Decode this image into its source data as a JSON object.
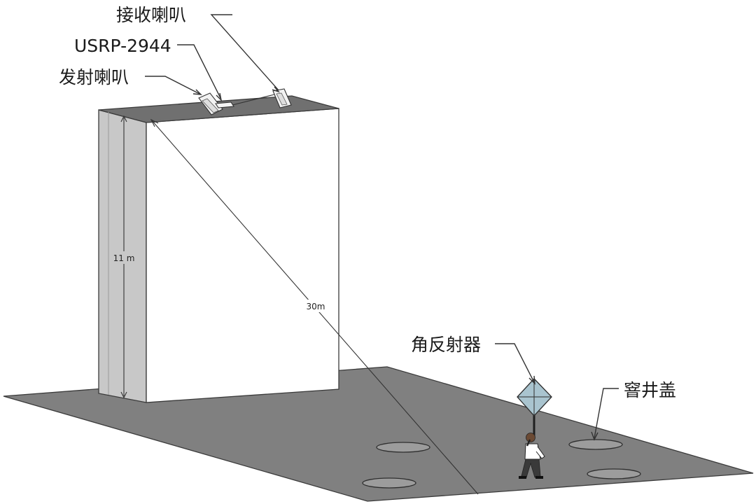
{
  "labels": {
    "receive_horn": "接收喇叭",
    "usrp": "USRP-2944",
    "transmit_horn": "发射喇叭",
    "corner_reflector": "角反射器",
    "manhole_cover": "窨井盖"
  },
  "dimensions": {
    "building_height": "11 m",
    "slant_distance": "30m"
  },
  "colors": {
    "ground": "#808080",
    "building_front": "#ffffff",
    "building_side": "#c8c8c8",
    "building_top": "#707070",
    "manhole": "#9c9c9c",
    "reflector": "#a9c4cf"
  }
}
